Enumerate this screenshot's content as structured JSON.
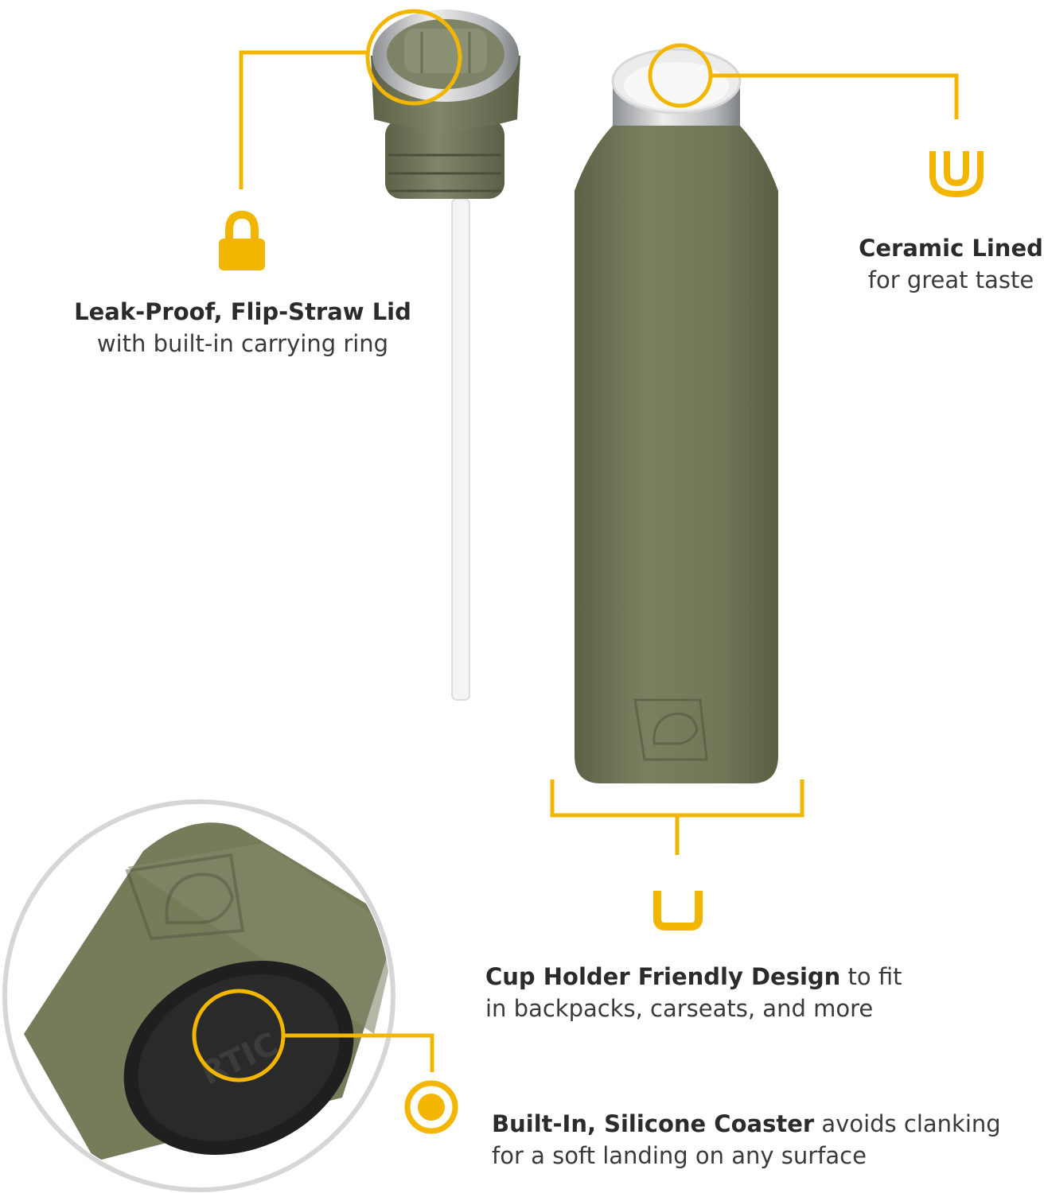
{
  "colors": {
    "accent": "#F2B600",
    "bottle": "#6E7456",
    "bottle_dark": "#585C43",
    "steel": "#C9CCCE",
    "coaster": "#222222",
    "text": "#3A3A3A"
  },
  "features": {
    "lid": {
      "icon": "carry-ring-icon",
      "title": "Leak-Proof, Flip-Straw Lid",
      "description": "with built-in carrying ring"
    },
    "ceramic": {
      "icon": "cup-liner-icon",
      "title": "Ceramic Lined",
      "description": "for great taste"
    },
    "cup_holder": {
      "icon": "cup-holder-icon",
      "title": "Cup Holder Friendly Design",
      "description_inline": "to fit",
      "description": "in backpacks, carseats, and more"
    },
    "coaster": {
      "icon": "coaster-dot-icon",
      "title": "Built-In, Silicone Coaster",
      "description_inline": "avoids clanking",
      "description": "for a soft landing on any surface"
    }
  },
  "product": {
    "brand_mark": "RTIC"
  }
}
